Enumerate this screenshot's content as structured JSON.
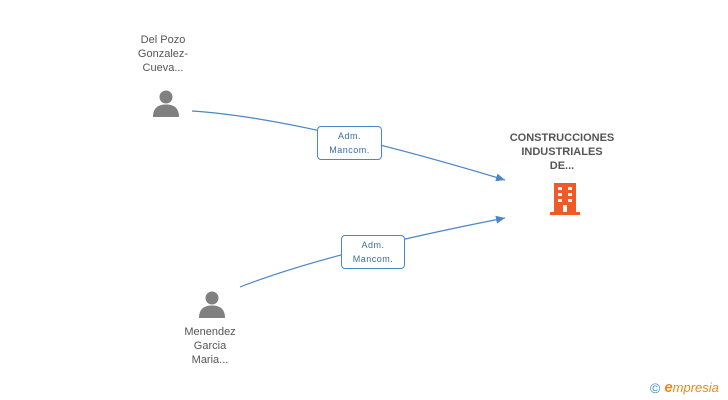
{
  "nodes": {
    "person_top": {
      "lines": [
        "Del Pozo",
        "Gonzalez-",
        "Cueva..."
      ]
    },
    "person_bottom": {
      "lines": [
        "Menendez",
        "Garcia",
        "Maria..."
      ]
    },
    "company": {
      "lines": [
        "CONSTRUCCIONES",
        "INDUSTRIALES",
        "DE..."
      ],
      "color": "#f05a28"
    }
  },
  "edges": {
    "top": {
      "lines": [
        "Adm.",
        "Mancom."
      ]
    },
    "bottom": {
      "lines": [
        "Adm.",
        "Mancom."
      ]
    },
    "color": "#4a86c8"
  },
  "brand": {
    "copyright": "©",
    "e": "e",
    "name": "mpresia"
  },
  "colors": {
    "person_icon": "#808080",
    "text": "#555555"
  }
}
